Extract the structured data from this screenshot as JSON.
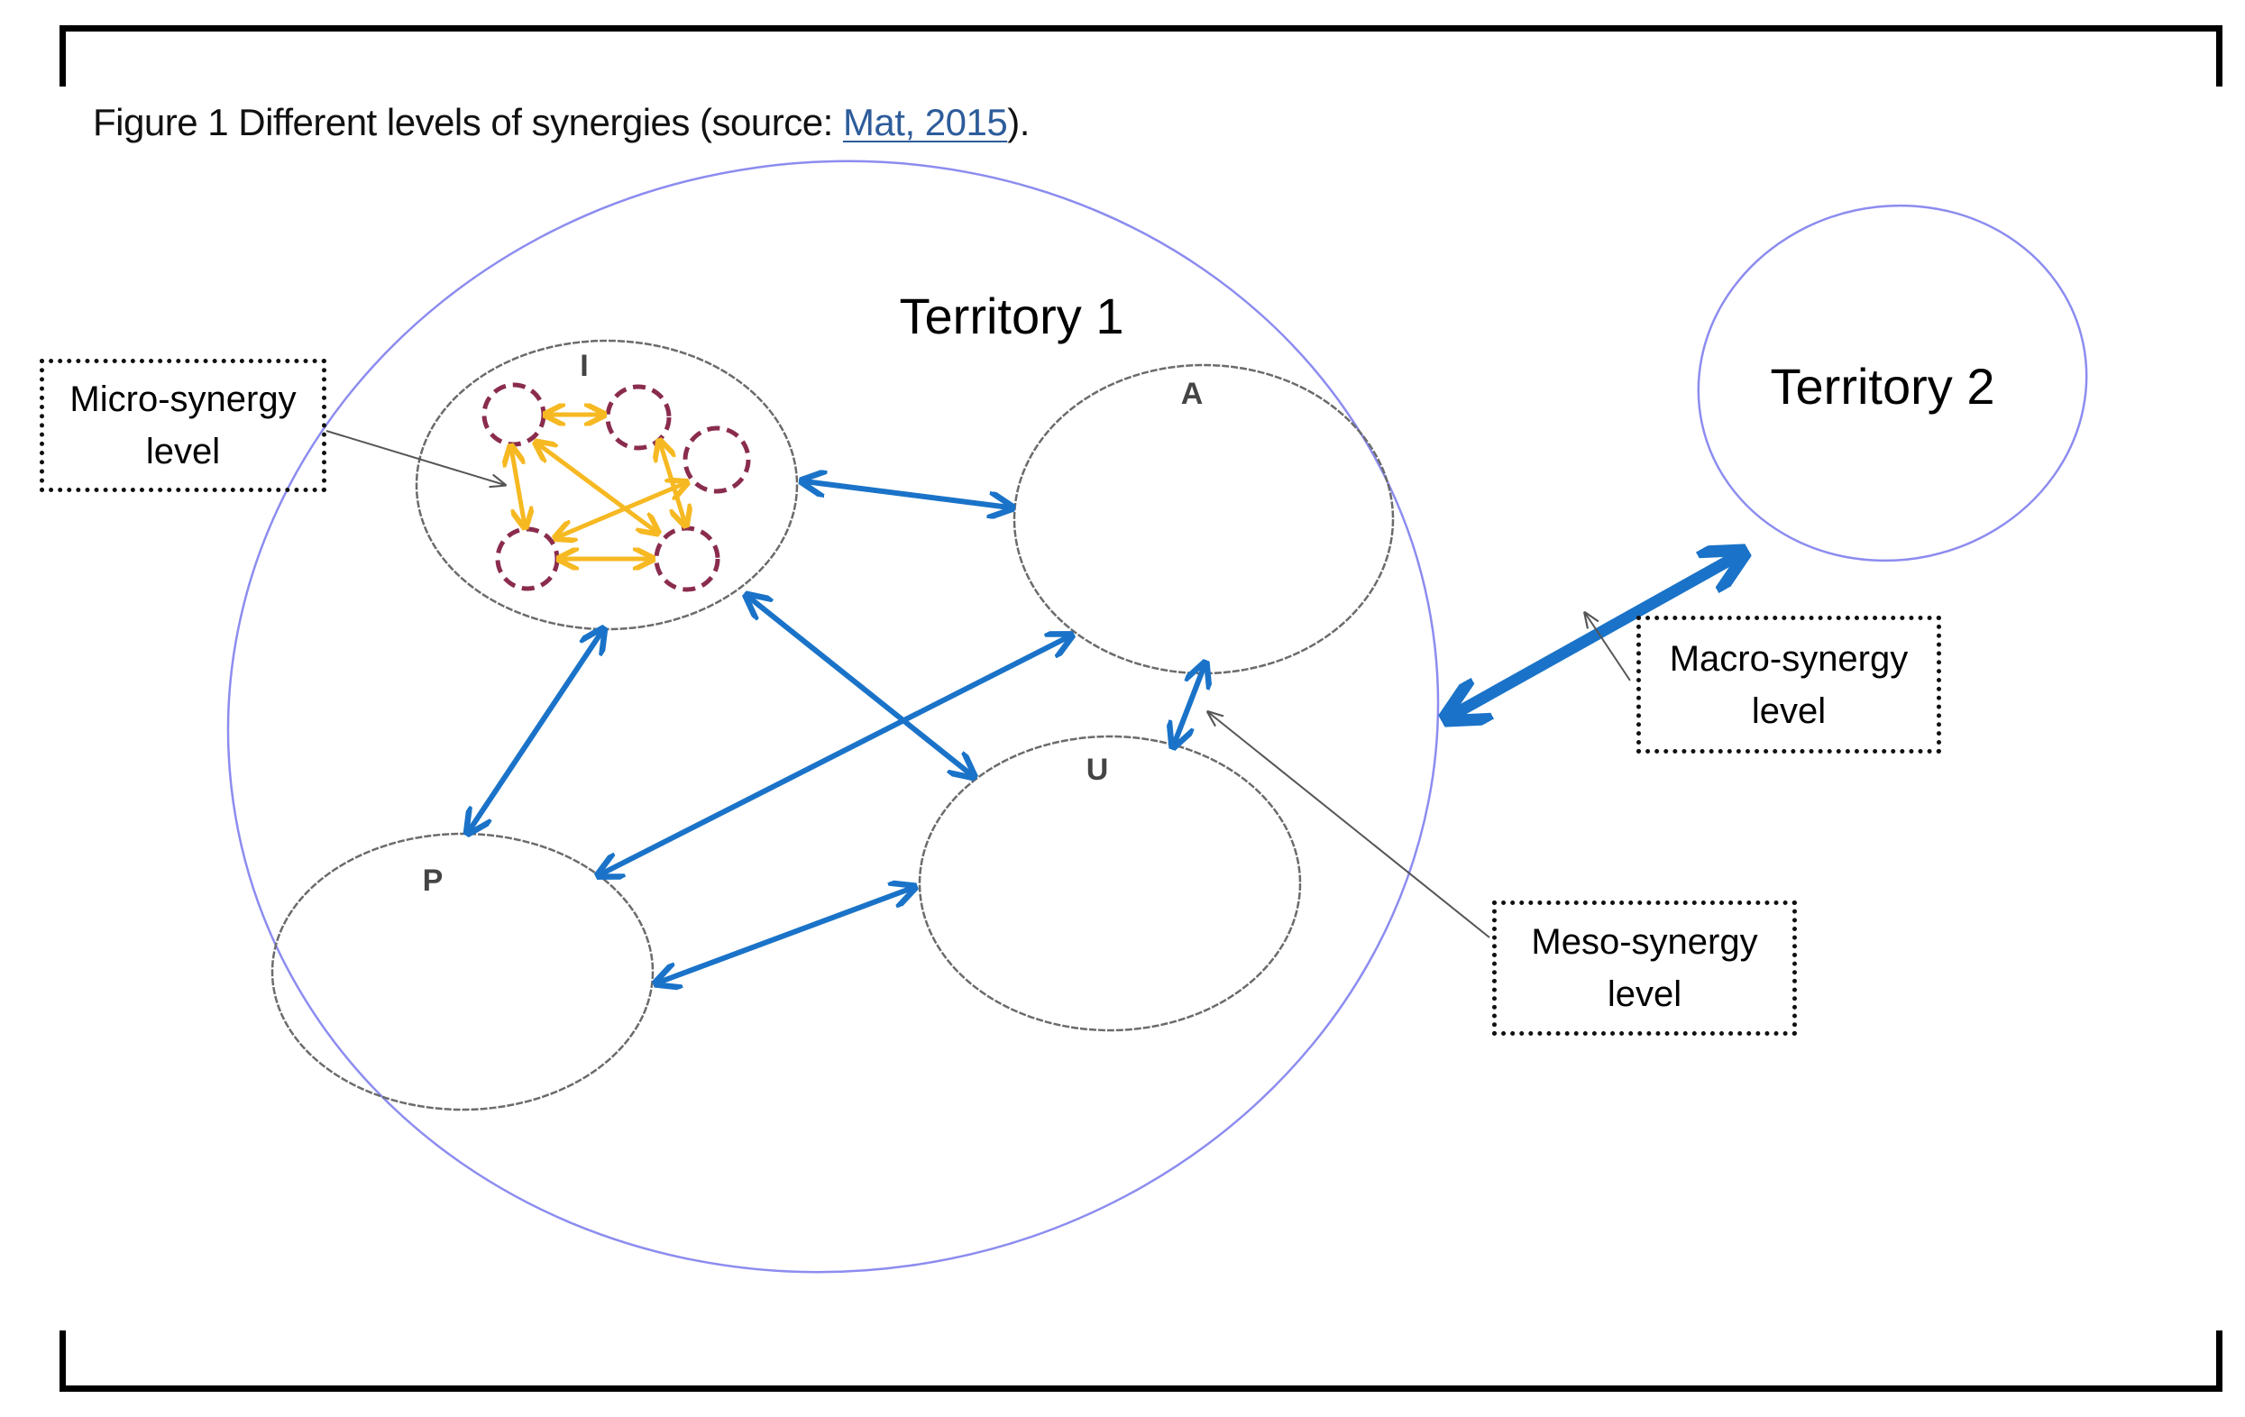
{
  "figure": {
    "caption_prefix": "Figure 1  Different levels of synergies (source: ",
    "caption_link": "Mat, 2015",
    "caption_suffix": ")."
  },
  "territories": [
    {
      "id": "territory-1",
      "label": "Territory 1"
    },
    {
      "id": "territory-2",
      "label": "Territory 2"
    }
  ],
  "nodes": [
    {
      "id": "I",
      "label": "I"
    },
    {
      "id": "A",
      "label": "A"
    },
    {
      "id": "U",
      "label": "U"
    },
    {
      "id": "P",
      "label": "P"
    }
  ],
  "meso_links": [
    [
      "I",
      "A"
    ],
    [
      "I",
      "P"
    ],
    [
      "I",
      "U"
    ],
    [
      "A",
      "P"
    ],
    [
      "A",
      "U"
    ],
    [
      "P",
      "U"
    ]
  ],
  "macro_link": [
    "Territory 1",
    "Territory 2"
  ],
  "micro_actor_count": 5,
  "callouts": {
    "micro": {
      "line1": "Micro-synergy",
      "line2": "level"
    },
    "meso": {
      "line1": "Meso-synergy",
      "line2": "level"
    },
    "macro": {
      "line1": "Macro-synergy",
      "line2": "level"
    }
  },
  "colors": {
    "territory_outline": "#8c8cf0",
    "node_outline": "#6b6b6b",
    "meso_arrow": "#1a73c8",
    "micro_arrow": "#f6b922",
    "micro_actor": "#8a2c4e",
    "link": "#2d5c9a"
  }
}
